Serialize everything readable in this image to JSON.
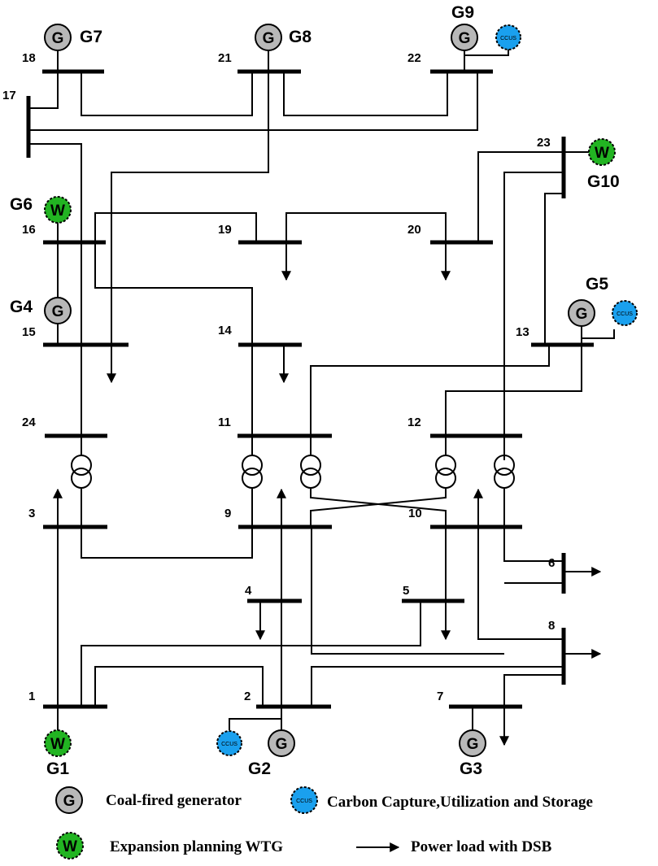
{
  "buses": [
    {
      "id": "b1",
      "label": "1"
    },
    {
      "id": "b2",
      "label": "2"
    },
    {
      "id": "b3",
      "label": "3"
    },
    {
      "id": "b4",
      "label": "4"
    },
    {
      "id": "b5",
      "label": "5"
    },
    {
      "id": "b6",
      "label": "6"
    },
    {
      "id": "b7",
      "label": "7"
    },
    {
      "id": "b8",
      "label": "8"
    },
    {
      "id": "b9",
      "label": "9"
    },
    {
      "id": "b10",
      "label": "10"
    },
    {
      "id": "b11",
      "label": "11"
    },
    {
      "id": "b12",
      "label": "12"
    },
    {
      "id": "b13",
      "label": "13"
    },
    {
      "id": "b14",
      "label": "14"
    },
    {
      "id": "b15",
      "label": "15"
    },
    {
      "id": "b16",
      "label": "16"
    },
    {
      "id": "b17",
      "label": "17"
    },
    {
      "id": "b18",
      "label": "18"
    },
    {
      "id": "b19",
      "label": "19"
    },
    {
      "id": "b20",
      "label": "20"
    },
    {
      "id": "b21",
      "label": "21"
    },
    {
      "id": "b22",
      "label": "22"
    },
    {
      "id": "b23",
      "label": "23"
    },
    {
      "id": "b24",
      "label": "24"
    }
  ],
  "generators": [
    {
      "id": "G1",
      "label": "G1",
      "symbol": "W"
    },
    {
      "id": "G2",
      "label": "G2",
      "symbol": "G"
    },
    {
      "id": "G3",
      "label": "G3",
      "symbol": "G"
    },
    {
      "id": "G4",
      "label": "G4",
      "symbol": "G"
    },
    {
      "id": "G5",
      "label": "G5",
      "symbol": "G"
    },
    {
      "id": "G6",
      "label": "G6",
      "symbol": "W"
    },
    {
      "id": "G7",
      "label": "G7",
      "symbol": "G"
    },
    {
      "id": "G8",
      "label": "G8",
      "symbol": "G"
    },
    {
      "id": "G9",
      "label": "G9",
      "symbol": "G"
    },
    {
      "id": "G10",
      "label": "G10",
      "symbol": "W"
    }
  ],
  "ccus_text": "CCUS",
  "legend": {
    "coal": {
      "symbol": "G",
      "text": "Coal-fired generator"
    },
    "ccus": {
      "symbol": "CCUS",
      "text": "Carbon Capture,Utilization and Storage"
    },
    "wtg": {
      "symbol": "W",
      "text": "Expansion planning WTG"
    },
    "load": {
      "text": "Power load with DSB"
    }
  },
  "colors": {
    "coal_fill": "#b8b8b8",
    "wtg_fill": "#22b422",
    "ccus_fill": "#1aa0ee"
  }
}
